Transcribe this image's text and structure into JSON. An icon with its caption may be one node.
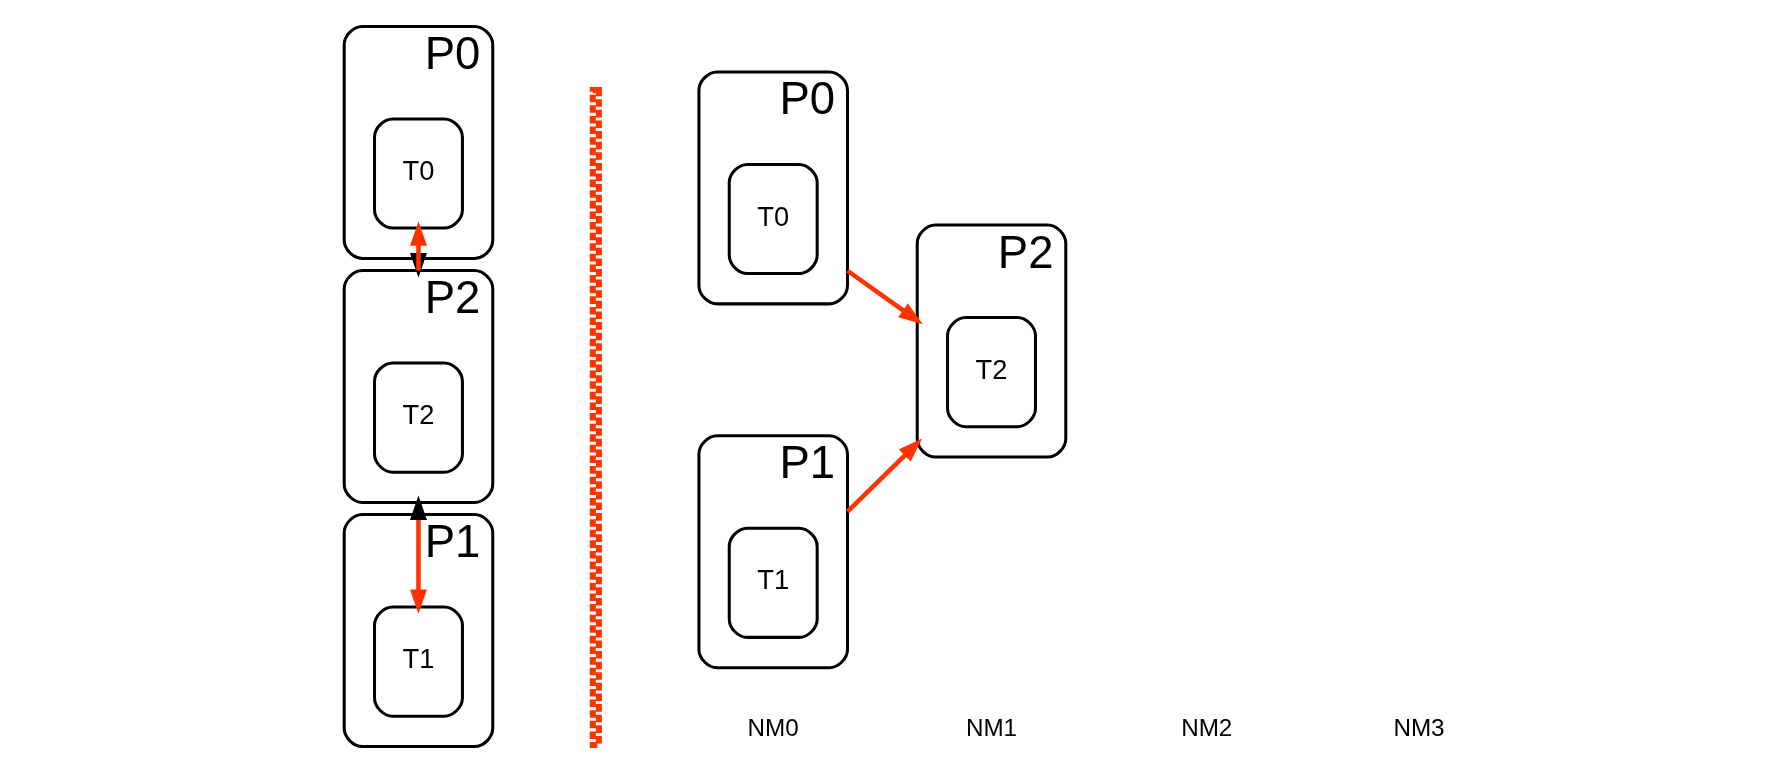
{
  "diagram": {
    "nodes": [
      {
        "text": [
          "P0"
        ]
      },
      {
        "text": [
          "T0"
        ],
        "in": 0
      },
      {
        "text": [
          "P2"
        ]
      },
      {
        "text": [
          "T2"
        ],
        "in": 2
      },
      {
        "text": [
          "P1"
        ]
      },
      {
        "text": [
          "T1"
        ],
        "in": 4
      },
      {
        "text": [
          "P0"
        ]
      },
      {
        "text": [
          "T0"
        ],
        "in": 6
      },
      {
        "text": [
          "P2"
        ]
      },
      {
        "text": [
          "T2"
        ],
        "in": 8
      },
      {
        "text": [
          "P1"
        ]
      },
      {
        "text": [
          "T1"
        ],
        "in": 10
      }
    ],
    "edges": [
      {
        "from": 0,
        "to": 2,
        "arrow": "to",
        "color": "#000000"
      },
      {
        "from": 2,
        "to": 1,
        "arrow": "to"
      },
      {
        "from": 2,
        "to": 5,
        "arrow": "to"
      },
      {
        "from": 4,
        "to": 2,
        "arrow": "to",
        "color": "#000000"
      },
      {
        "from": 6,
        "to": 8,
        "arrow": "to"
      },
      {
        "from": 10,
        "to": 8,
        "arrow": "to"
      }
    ],
    "labels": [
      "NM0",
      "NM1",
      "NM2",
      "NM3"
    ]
  }
}
